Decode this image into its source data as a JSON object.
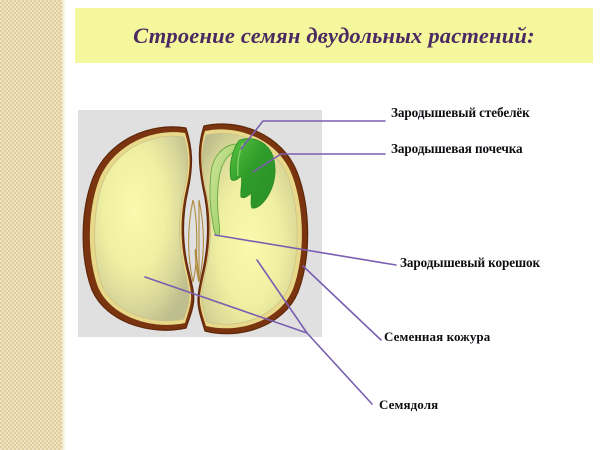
{
  "slide": {
    "title": "Строение семян двудольных растений:",
    "banner_color": "#f4f79b",
    "title_color": "#4b2a63",
    "background_color": "#ffffff",
    "side_strip_color": "#f0e3bd"
  },
  "figure": {
    "panel_background": "#e0e0e0",
    "seed_coat_color": "#7a3510",
    "seed_inner_line_color": "#e8d98a",
    "cotyledon_color": "#f2f2a8",
    "cotyledon_shadow_color": "#bdbd93",
    "embryo_color": "#3aa832",
    "embryo_light_color": "#8fd464",
    "leader_line_color": "#7a5fb0",
    "description": "Продольный разрез семени двудольного растения: две семядоли, семенная кожура и зародыш"
  },
  "labels": [
    {
      "id": "embryonic-stem",
      "text": "Зародышевый стебелёк",
      "weight": "heavy"
    },
    {
      "id": "embryonic-bud",
      "text": "Зародышевая почечка",
      "weight": "heavy"
    },
    {
      "id": "embryonic-root",
      "text": "Зародышевый корешок",
      "weight": "heavy"
    },
    {
      "id": "seed-coat",
      "text": "Семенная кожура",
      "weight": "medium"
    },
    {
      "id": "cotyledon",
      "text": "Семядоля",
      "weight": "medium"
    }
  ]
}
